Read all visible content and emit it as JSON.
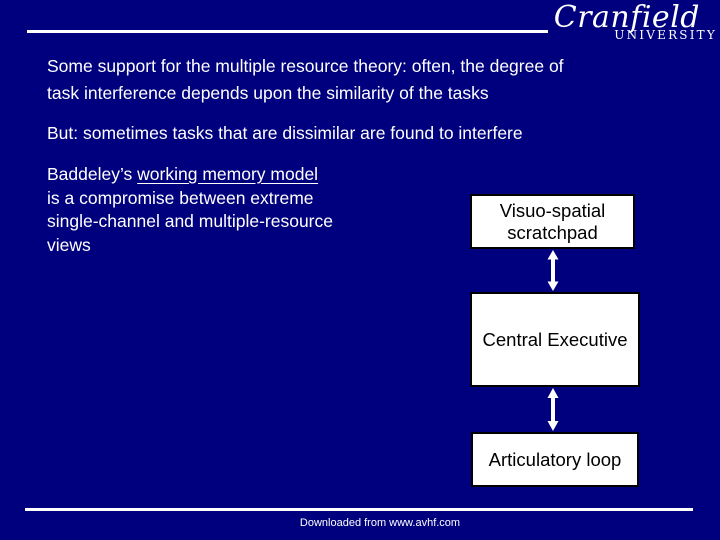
{
  "slide": {
    "colors": {
      "background": "#00007e",
      "text": "#ffffff",
      "rule": "#ffffff",
      "box_fill": "#ffffff",
      "box_border": "#000000",
      "box_text": "#000000",
      "arrow": "#ffffff"
    },
    "logo": {
      "name": "Cranfield",
      "subtitle": "UNIVERSITY"
    },
    "paragraph1": {
      "line1": "Some support for the multiple resource theory: often, the degree of",
      "line2": "task interference depends upon the similarity of the tasks"
    },
    "paragraph2": "But: sometimes tasks that are dissimilar are found to interfere",
    "paragraph3": {
      "prefix": "Baddeley’s ",
      "underlined": "working memory model",
      "line2": "is a compromise between extreme",
      "line3": "single-channel and multiple-resource",
      "line4": "views"
    },
    "diagram": {
      "box1_label": "Visuo-spatial scratchpad",
      "box2_label": "Central Executive",
      "box3_label": "Articulatory loop"
    },
    "footer_text": "Downloaded from www.avhf.com"
  }
}
